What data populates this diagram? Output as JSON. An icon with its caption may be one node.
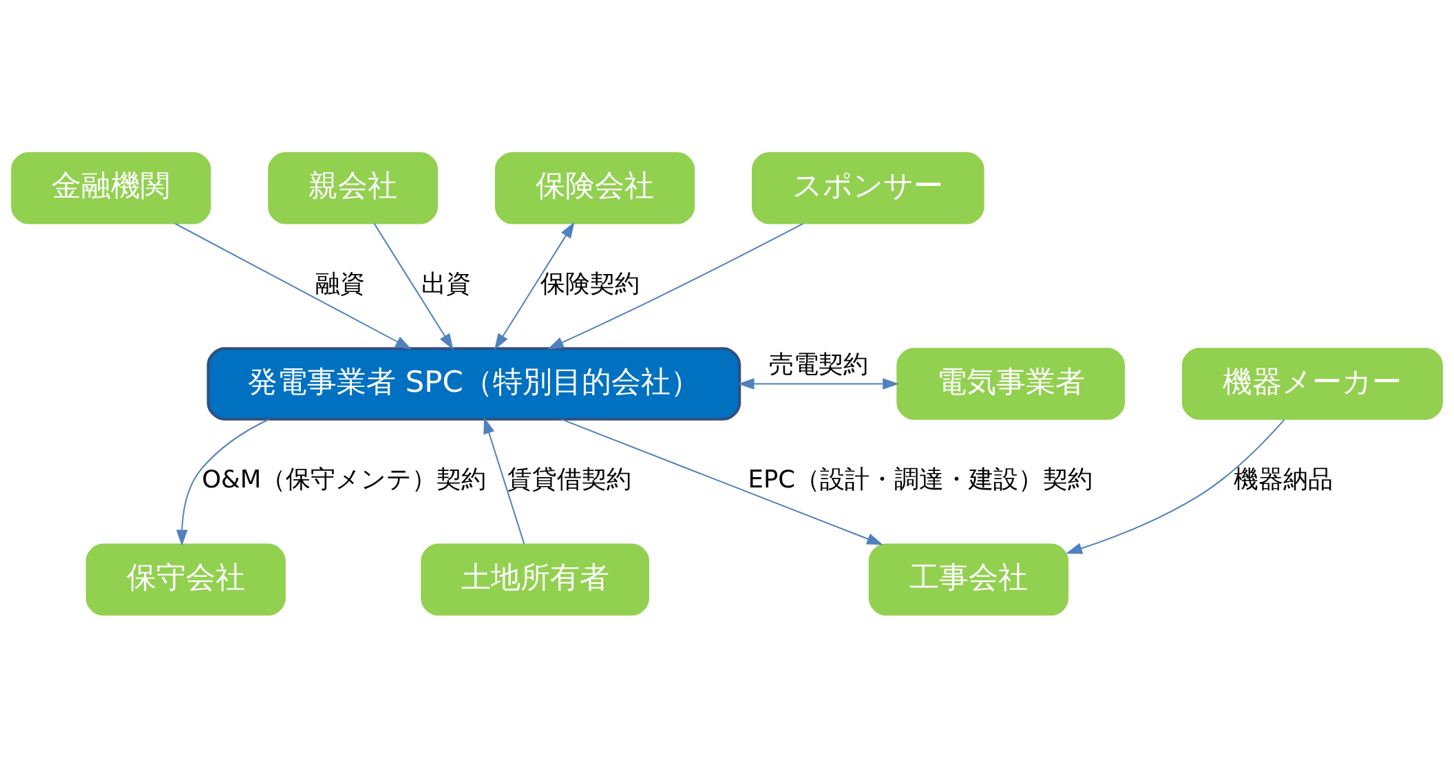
{
  "diagram": {
    "nodes": [
      {
        "text": [
          "金融機関"
        ]
      },
      {
        "text": [
          "保険会社"
        ]
      },
      {
        "text": [
          "親会社"
        ]
      },
      {
        "text": [
          "発電事業者 SPC（特別目的会社）"
        ]
      },
      {
        "text": [
          "電気事業者"
        ]
      },
      {
        "text": [
          "スポンサー"
        ]
      },
      {
        "text": [
          "土地所有者"
        ]
      },
      {
        "text": [
          "工事会社"
        ]
      },
      {
        "text": [
          "保守会社"
        ]
      },
      {
        "text": [
          "機器メーカー"
        ]
      }
    ],
    "edges": [
      {
        "from": 0,
        "to": 3,
        "arrow": "to",
        "label": "融資"
      },
      {
        "from": 2,
        "to": 3,
        "arrow": "to",
        "label": "出資"
      },
      {
        "from": 5,
        "to": 3,
        "arrow": "to"
      },
      {
        "from": 3,
        "to": 1,
        "arrow": "both",
        "label": "保険契約"
      },
      {
        "from": 3,
        "to": 4,
        "arrow": "both",
        "label": "売電契約"
      },
      {
        "from": 6,
        "to": 3,
        "arrow": "to",
        "label": "賃貸借契約"
      },
      {
        "from": 3,
        "to": 7,
        "arrow": "to",
        "label": "EPC（設計・調達・建設）契約"
      },
      {
        "from": 3,
        "to": 8,
        "arrow": "to",
        "label": "O&M（保守メンテ）契約"
      },
      {
        "from": 9,
        "to": 7,
        "arrow": "to",
        "label": "機器納品"
      }
    ]
  }
}
